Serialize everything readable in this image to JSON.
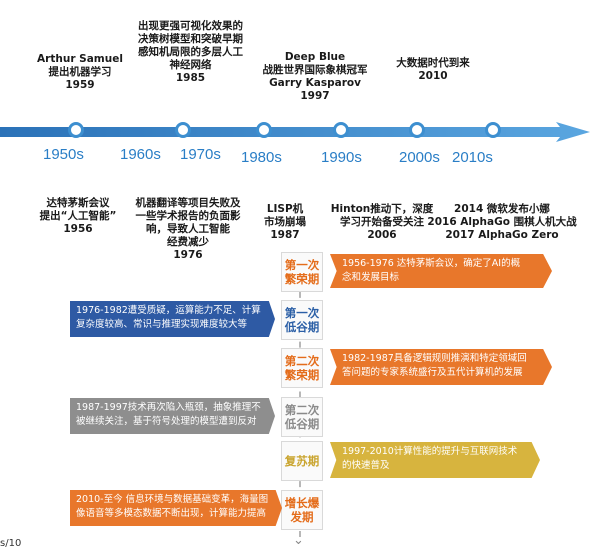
{
  "timeline": {
    "decades": [
      "1950s",
      "1960s",
      "1970s",
      "1980s",
      "1990s",
      "2000s",
      "2010s"
    ],
    "top_events": [
      {
        "text": "Arthur Samuel\n提出机器学习",
        "year": "1959"
      },
      {
        "text": "出现更强可视化效果的\n决策树模型和突破早期\n感知机局限的多层人工\n神经网络",
        "year": "1985"
      },
      {
        "text": "Deep Blue\n战胜世界国际象棋冠军\nGarry Kasparov",
        "year": "1997"
      },
      {
        "text": "大数据时代到来",
        "year": "2010"
      }
    ],
    "bottom_events": [
      {
        "text": "达特茅斯会议\n提出“人工智能”",
        "year": "1956"
      },
      {
        "text": "机器翻译等项目失败及\n一些学术报告的负面影\n响，导致人工智能\n经费减少",
        "year": "1976"
      },
      {
        "text": "LISP机\n市场崩塌",
        "year": "1987"
      },
      {
        "text": "Hinton推动下，深度\n学习开始备受关注",
        "year": "2006"
      },
      {
        "text": "2014 微软发布小娜\n2016 AlphaGo 围棋人机大战\n2017 AlphaGo Zero",
        "year": ""
      }
    ]
  },
  "periods": [
    {
      "label": "第一次\n繁荣期",
      "desc": "1956-1976 达特茅斯会议，确定了AI的概\n念和发展目标",
      "color": "#e8772b"
    },
    {
      "label": "第一次\n低谷期",
      "desc": "1976-1982遭受质疑，运算能力不足、计算\n复杂度较高、常识与推理实现难度较大等",
      "color": "#2e5aa4"
    },
    {
      "label": "第二次\n繁荣期",
      "desc": "1982-1987具备逻辑规则推演和特定领域回\n答问题的专家系统盛行及五代计算机的发展",
      "color": "#e8772b"
    },
    {
      "label": "第二次\n低谷期",
      "desc": "1987-1997技术再次陷入瓶颈，抽象推理不\n被继续关注，基于符号处理的模型遭到反对",
      "color": "#8e8e8e"
    },
    {
      "label": "复苏期",
      "desc": "1997-2010计算性能的提升与互联网技术\n的快速普及",
      "color": "#d7b43e"
    },
    {
      "label": "增长爆\n发期",
      "desc": "2010-至今 信息环境与数据基础变革，海量图\n像语音等多模态数据不断出现，计算能力提高",
      "color": "#e8772b"
    }
  ],
  "footer_mark": "s/10"
}
